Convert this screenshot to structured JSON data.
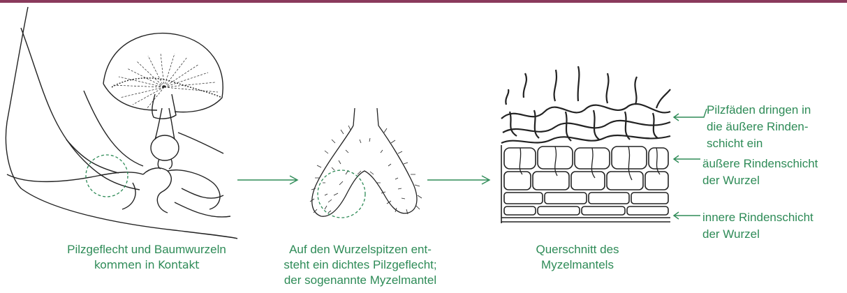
{
  "colors": {
    "accent": "#2e8b57",
    "top_bar": "#8a3a5c",
    "ink": "#222222"
  },
  "captions": {
    "step1": [
      "Pilzgeflecht und Baumwurzeln",
      "kommen in Kontakt"
    ],
    "step2": [
      "Auf den Wurzelspitzen ent-",
      "steht ein dichtes Pilzgeflecht;",
      "der sogenannte Myzelmantel"
    ],
    "step3": [
      "Querschnitt des",
      "Myzelmantels"
    ]
  },
  "labels": {
    "hyphae": [
      "Pilzfäden dringen in",
      "die äußere Rinden-",
      "schicht ein"
    ],
    "outer_cortex": [
      "äußere Rindenschicht",
      "der Wurzel"
    ],
    "inner_cortex": [
      "innere Rindenschicht",
      "der Wurzel"
    ]
  }
}
